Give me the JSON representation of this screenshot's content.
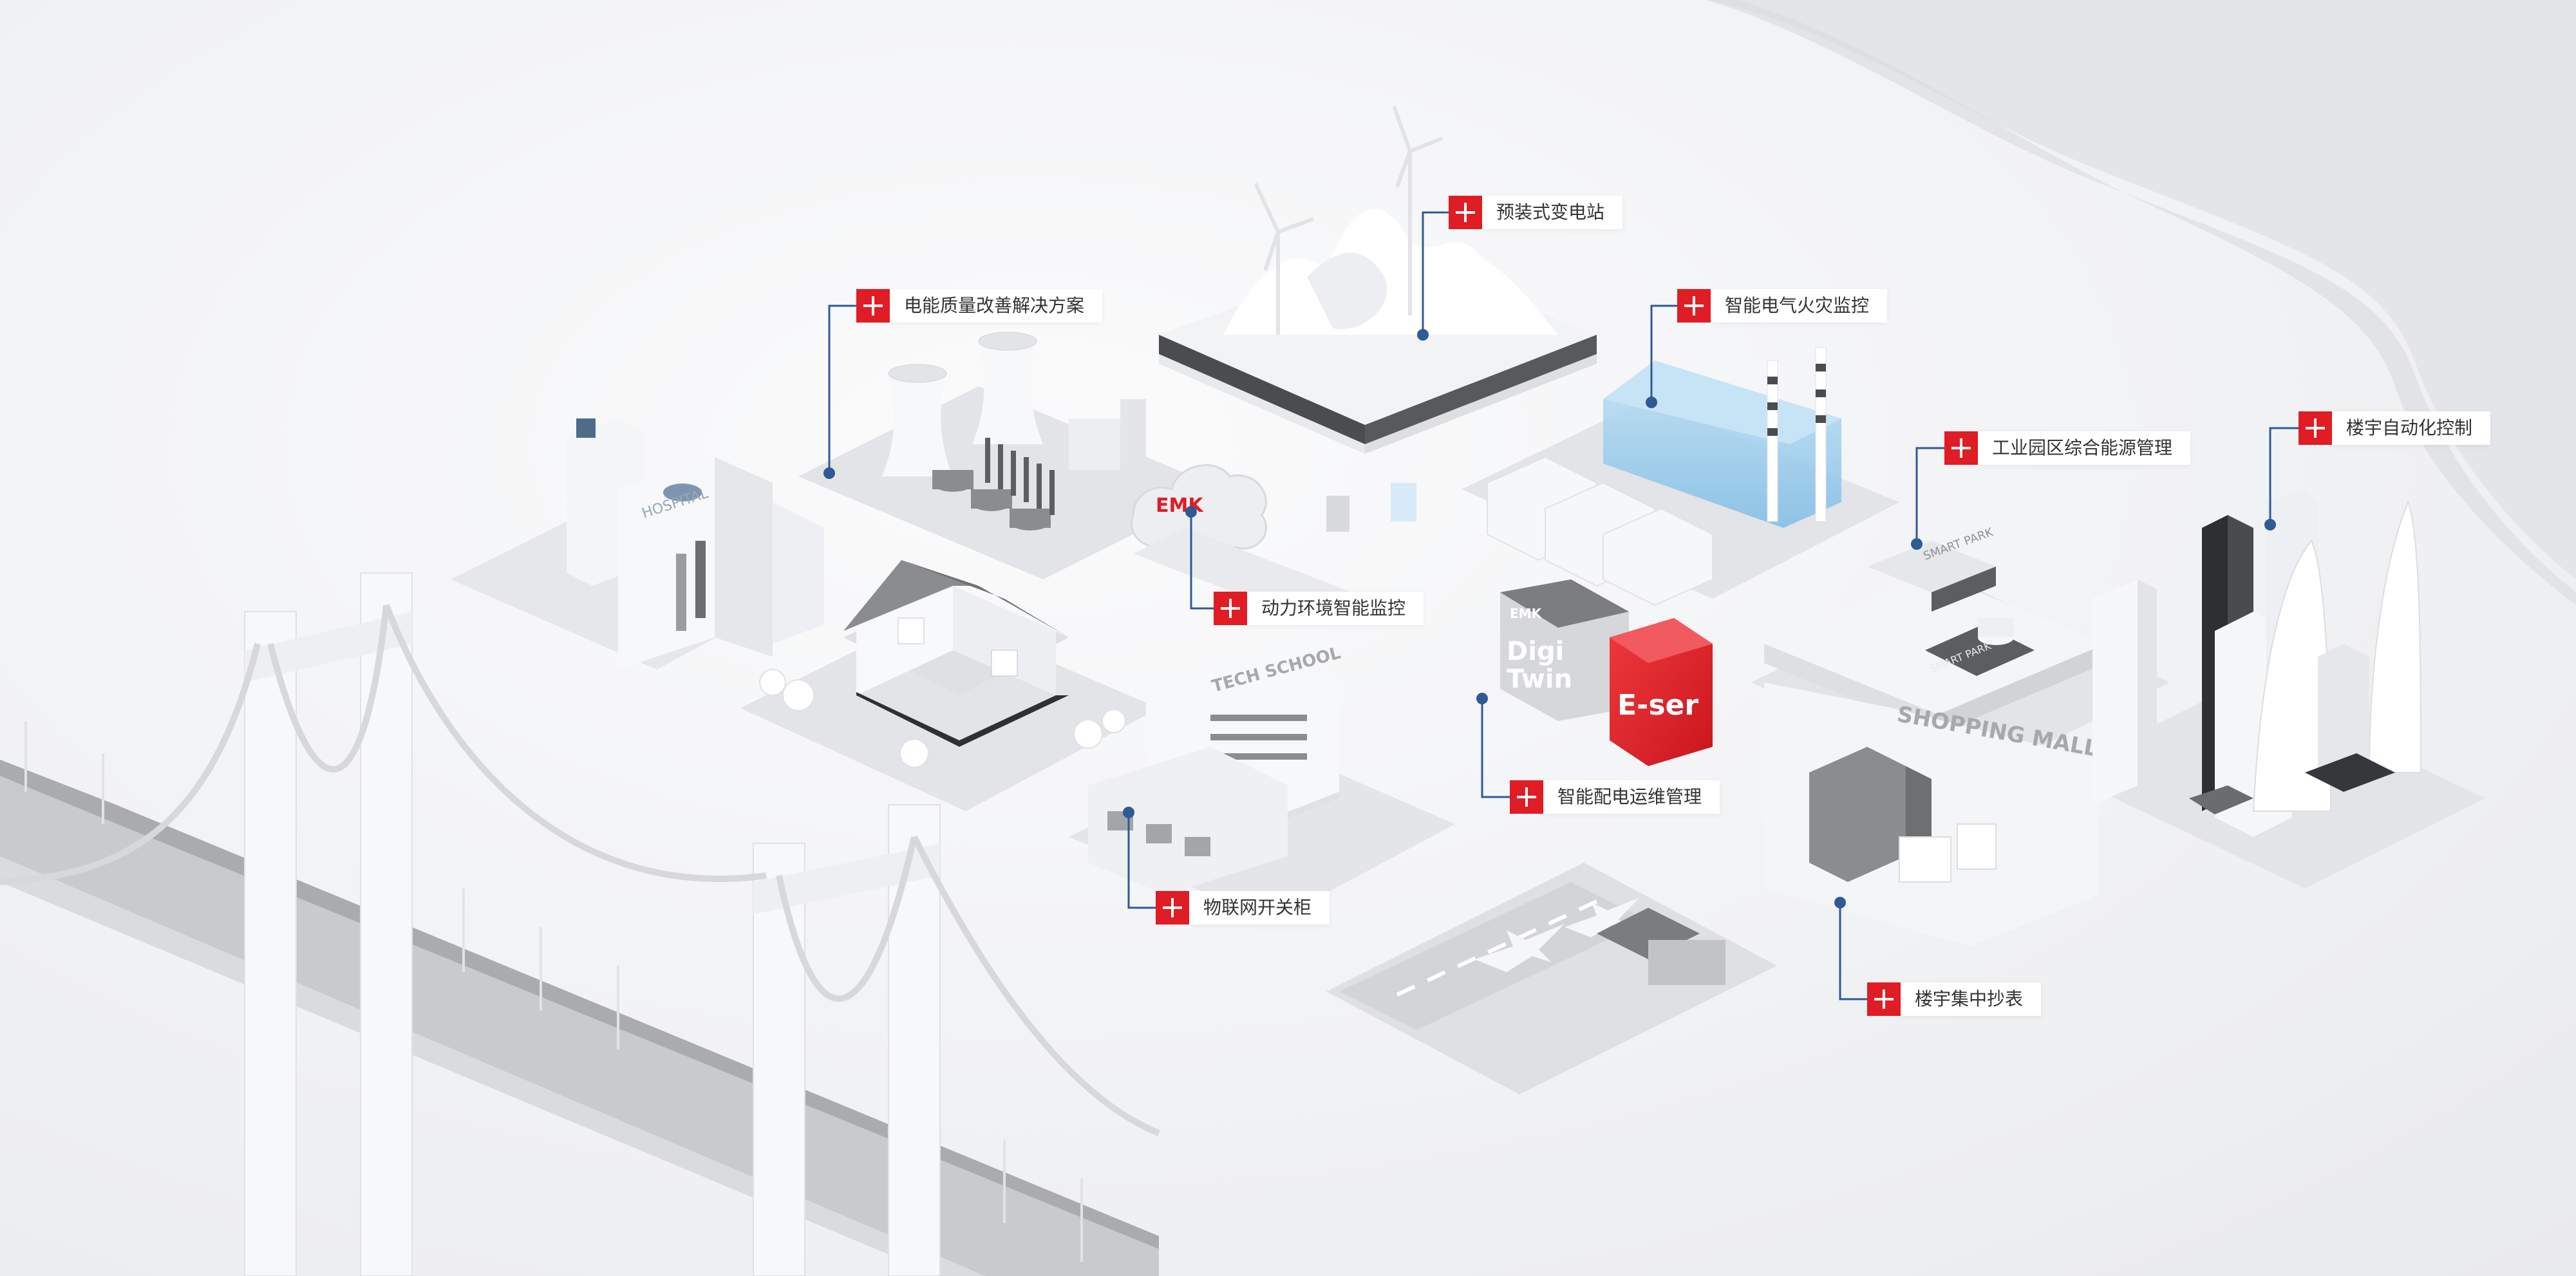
{
  "hotspots": [
    {
      "label": "预装式变电站"
    },
    {
      "label": "电能质量改善解决方案"
    },
    {
      "label": "智能电气火灾监控"
    },
    {
      "label": "工业园区综合能源管理"
    },
    {
      "label": "楼宇自动化控制"
    },
    {
      "label": "动力环境智能监控"
    },
    {
      "label": "智能配电运维管理"
    },
    {
      "label": "物联网开关柜"
    },
    {
      "label": "楼宇集中抄表"
    }
  ],
  "buildings": {
    "hospital_sign": "HOSPITAL",
    "school_sign": "TECH SCHOOL",
    "mall_sign": "SHOPPING MALL",
    "park_sign_1": "SMART PARK",
    "park_sign_2": "SMART PARK",
    "twin_sign_line1": "Digi",
    "twin_sign_line2": "Twin",
    "eser_sign": "E-ser",
    "emk_logo_box": "EMK",
    "emk_logo_cloud": "EMK"
  },
  "colors": {
    "accent": "#e01c24",
    "leader": "#2e5a96",
    "glass": "#8fc6ea"
  }
}
